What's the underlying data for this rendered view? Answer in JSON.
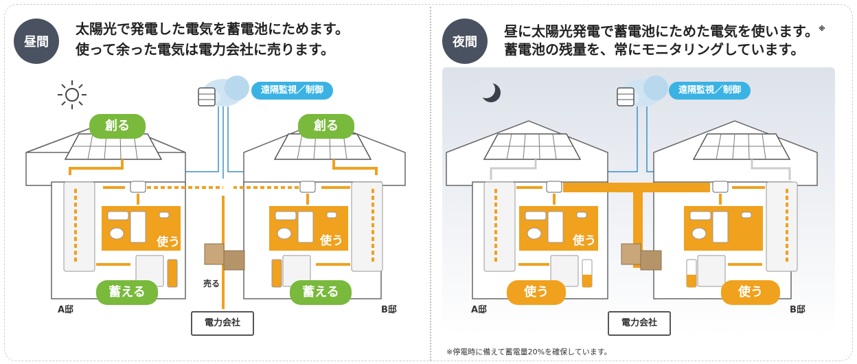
{
  "day": {
    "badge": "昼間",
    "heading_line1": "太陽光で発電した電気を蓄電池にためます。",
    "heading_line2": "使って余った電気は電力会社に売ります。",
    "remote": "遠隔監視／制御",
    "create_a": "創る",
    "create_b": "創る",
    "use_a": "使う",
    "use_b": "使う",
    "store_a": "蓄える",
    "store_b": "蓄える",
    "sell": "売る",
    "house_a": "A邸",
    "house_b": "B邸",
    "company": "電力会社"
  },
  "night": {
    "badge": "夜間",
    "heading_line1": "昼に太陽光発電で蓄電池にためた電気を使います。",
    "heading_mark": "※",
    "heading_line2": "蓄電池の残量を、常にモニタリングしています。",
    "remote": "遠隔監視／制御",
    "use_a": "使う",
    "use_b": "使う",
    "house_a": "A邸",
    "house_b": "B邸",
    "company": "電力会社",
    "footnote": "※停電時に備えて蓄電量20%を確保しています。"
  },
  "colors": {
    "orange": "#f0a11e",
    "green": "#79b93c",
    "blue": "#3bb2e4",
    "badge": "#4a5160"
  },
  "icons": [
    "sun-icon",
    "moon-icon",
    "cloud-icon",
    "server-icon",
    "solar-panel-icon",
    "ecocute-icon",
    "battery-icon",
    "box-icon",
    "aircon-icon",
    "fridge-icon",
    "toilet-icon",
    "light-icon"
  ]
}
